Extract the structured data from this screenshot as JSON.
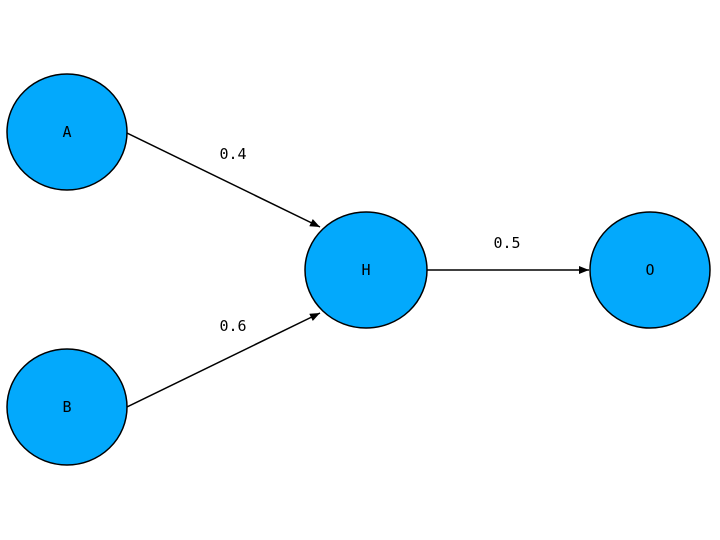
{
  "colors": {
    "node_fill": "#03a9fc",
    "stroke": "#000000",
    "background": "#ffffff"
  },
  "nodes": [
    {
      "id": "A",
      "label": "A"
    },
    {
      "id": "B",
      "label": "B"
    },
    {
      "id": "H",
      "label": "H"
    },
    {
      "id": "O",
      "label": "O"
    }
  ],
  "edges": [
    {
      "from": "A",
      "to": "H",
      "weight": "0.4"
    },
    {
      "from": "B",
      "to": "H",
      "weight": "0.6"
    },
    {
      "from": "H",
      "to": "O",
      "weight": "0.5"
    }
  ]
}
